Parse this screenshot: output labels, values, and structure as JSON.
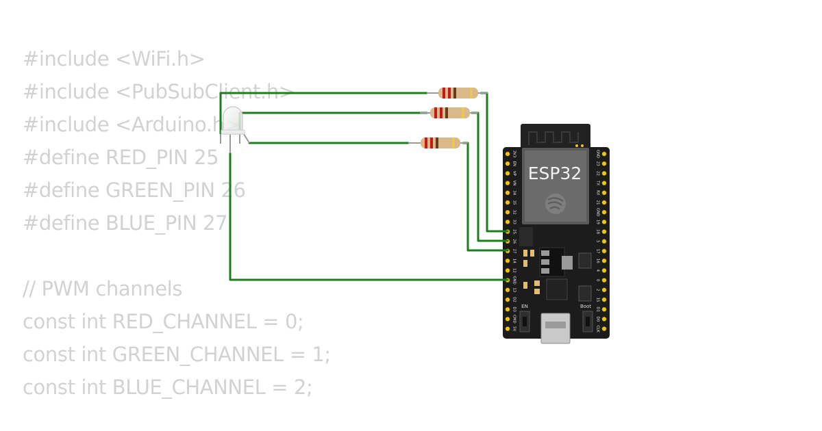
{
  "code_lines": [
    "#include <WiFi.h>",
    "#include <PubSubClient.h>",
    "#include <Arduino.h>",
    "#define RED_PIN 25",
    "#define GREEN_PIN 26",
    "#define BLUE_PIN 27",
    "",
    "// PWM channels",
    "const int RED_CHANNEL = 0;",
    "const int GREEN_CHANNEL = 1;",
    "const int BLUE_CHANNEL = 2;"
  ],
  "board": {
    "chip_label": "ESP32",
    "en_label": "EN",
    "boot_label": "Boot",
    "left_pins": [
      "3V3",
      "EN",
      "VP",
      "VN",
      "34",
      "35",
      "32",
      "33",
      "25",
      "26",
      "27",
      "14",
      "12",
      "GND",
      "13",
      "D2",
      "D3",
      "CMD",
      "5V"
    ],
    "right_pins": [
      "GND",
      "23",
      "22",
      "TX",
      "RX",
      "21",
      "GND",
      "19",
      "18",
      "5",
      "17",
      "16",
      "4",
      "0",
      "2",
      "15",
      "D1",
      "D0",
      "CLK"
    ]
  },
  "colors": {
    "code_text": "#d2d2d2",
    "wire": "#1b7d1b",
    "board": "#1c1c1c",
    "pin": "#f3c51c",
    "resistor_body": "#d9b98a"
  }
}
